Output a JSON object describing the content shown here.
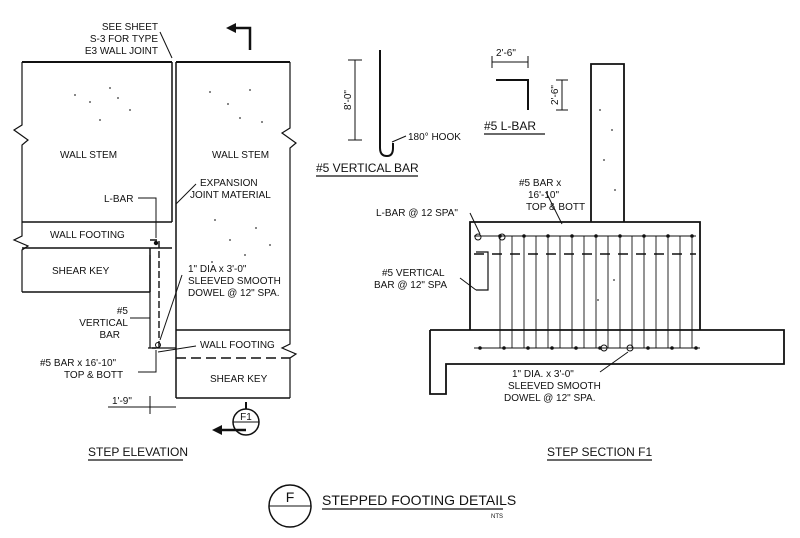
{
  "elevation": {
    "see_sheet": [
      "SEE SHEET",
      "S-3 FOR TYPE",
      "E3 WALL JOINT"
    ],
    "wall_stem_left": "WALL STEM",
    "wall_stem_right": "WALL STEM",
    "l_bar": "L-BAR",
    "expansion_joint": [
      "EXPANSION",
      "JOINT MATERIAL"
    ],
    "wall_footing_left": "WALL FOOTING",
    "wall_footing_right": "WALL FOOTING",
    "shear_key_left": "SHEAR KEY",
    "shear_key_right": "SHEAR KEY",
    "dowel": [
      "1\" DIA x 3'-0\"",
      "SLEEVED SMOOTH",
      "DOWEL @ 12\" SPA."
    ],
    "vertical_bar": [
      "#5",
      "VERTICAL",
      "BAR"
    ],
    "bar_top_bott": [
      "#5 BAR x 16'-10\"",
      "TOP & BOTT"
    ],
    "dim_step": "1'-9\"",
    "section_marker": "F1",
    "title": "STEP ELEVATION"
  },
  "vertical_bar_detail": {
    "dim_height": "8'-0\"",
    "hook": "180° HOOK",
    "title": "#5 VERTICAL BAR"
  },
  "l_bar_detail": {
    "dim_horizontal": "2'-6\"",
    "dim_vertical": "2'-6\"",
    "title": "#5 L-BAR"
  },
  "section": {
    "bar_top_bott": [
      "#5 BAR x",
      "16'-10\"",
      "TOP & BOTT"
    ],
    "l_bar_spacing": "L-BAR @ 12 SPA\"",
    "vertical_bar": [
      "#5 VERTICAL",
      "BAR @ 12\" SPA"
    ],
    "dowel": [
      "1\" DIA. x 3'-0\"",
      "SLEEVED SMOOTH",
      "DOWEL @ 12\" SPA."
    ],
    "title": "STEP SECTION F1"
  },
  "sheet_title": {
    "marker": "F",
    "title": "STEPPED FOOTING DETAILS",
    "scale": "NTS"
  }
}
